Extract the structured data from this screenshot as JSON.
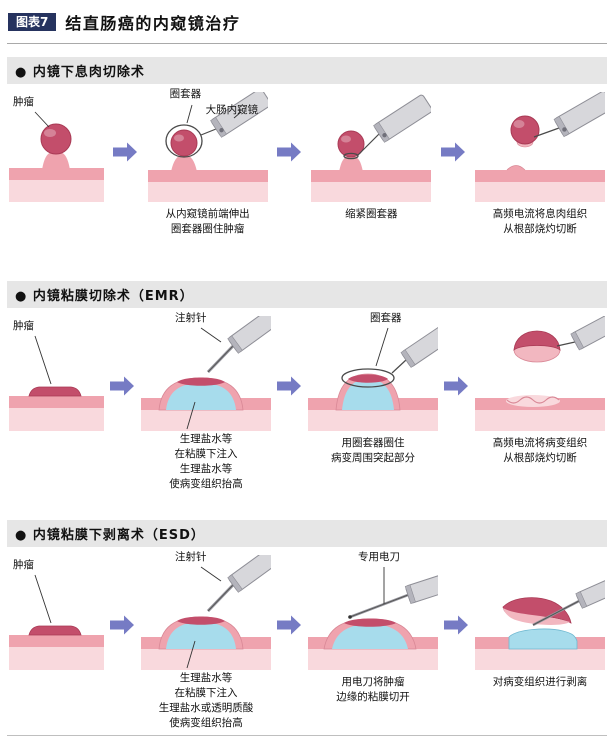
{
  "header": {
    "badge": "图表7",
    "title": "结直肠癌的内窥镜治疗"
  },
  "sections": [
    {
      "title": "● 内镜下息肉切除术",
      "panels": [
        {
          "label": "肿瘤"
        },
        {
          "label": "圈套器",
          "label2": "大肠内窥镜",
          "caption_lines": [
            "从内窥镜前端伸出",
            "圈套器圈住肿瘤"
          ]
        },
        {
          "caption_lines": [
            "缩紧圈套器"
          ]
        },
        {
          "caption_lines": [
            "高频电流将息肉组织",
            "从根部烧灼切断"
          ]
        }
      ]
    },
    {
      "title": "● 内镜粘膜切除术（EMR）",
      "panels": [
        {
          "label": "肿瘤"
        },
        {
          "label": "注射针",
          "sublabel": "生理盐水等",
          "caption_lines": [
            "在粘膜下注入",
            "生理盐水等",
            "使病变组织抬高"
          ]
        },
        {
          "label": "圈套器",
          "caption_lines": [
            "用圈套器圈住",
            "病变周围突起部分"
          ]
        },
        {
          "caption_lines": [
            "高频电流将病变组织",
            "从根部烧灼切断"
          ]
        }
      ]
    },
    {
      "title": "● 内镜粘膜下剥离术（ESD）",
      "panels": [
        {
          "label": "肿瘤"
        },
        {
          "label": "注射针",
          "sublabel": "生理盐水等",
          "caption_lines": [
            "在粘膜下注入",
            "生理盐水或透明质酸",
            "使病变组织抬高"
          ]
        },
        {
          "label": "专用电刀",
          "caption_lines": [
            "用电刀将肿瘤",
            "边缘的粘膜切开"
          ]
        },
        {
          "caption_lines": [
            "对病变组织进行剥离"
          ]
        }
      ]
    }
  ],
  "colors": {
    "badge_bg": "#26335f",
    "section_bar_bg": "#e6e6e6",
    "arrow": "#767bc4",
    "tumor": "#c34e6b",
    "mucosa": "#efa3ae",
    "submucosa": "#f9d9dd",
    "saline": "#a7dcec"
  }
}
